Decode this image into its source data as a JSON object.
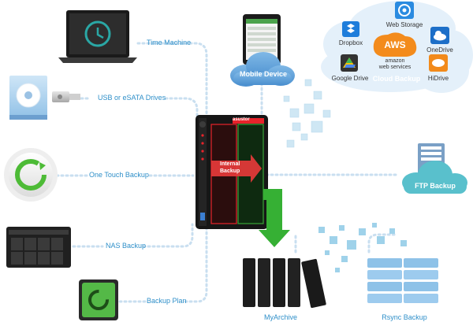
{
  "colors": {
    "label_blue": "#2e8fc9",
    "dot_blue": "#c9dff0",
    "cloud_blue": "#5a9fd6",
    "nas_black": "#1b1b1b",
    "nas_red": "#e8232b",
    "archive_green": "#3aa537",
    "cube_blue": "#9fd2ea"
  },
  "labels": {
    "time_machine": "Time Machine",
    "usb_esata": "USB or eSATA Drives",
    "one_touch": "One Touch Backup",
    "nas_backup": "NAS Backup",
    "backup_plan": "Backup Plan",
    "mobile_device": "Mobile Device",
    "ftp_backup": "FTP Backup",
    "my_archive": "MyArchive",
    "rsync_backup": "Rsync Backup",
    "internal_backup_1": "Internal",
    "internal_backup_2": "Backup",
    "nas_brand": "asustor"
  },
  "cloud": {
    "title": "Cloud Backup",
    "aws": "AWS",
    "aws_sub_1": "amazon",
    "aws_sub_2": "web services",
    "services": [
      "Dropbox",
      "Web Storage",
      "OneDrive",
      "Google Drive",
      "HiDrive"
    ]
  },
  "icons": {
    "laptop": "laptop-clock-icon",
    "usb": "usb-drive-icon",
    "one_touch": "refresh-ring-icon",
    "nas_unit": "nas-enclosure-icon",
    "backup_plan": "plan-drive-icon",
    "phone": "smartphone-icon",
    "server": "ftp-server-icon",
    "archive": "archive-disks-icon",
    "rsync": "server-stack-icon"
  }
}
